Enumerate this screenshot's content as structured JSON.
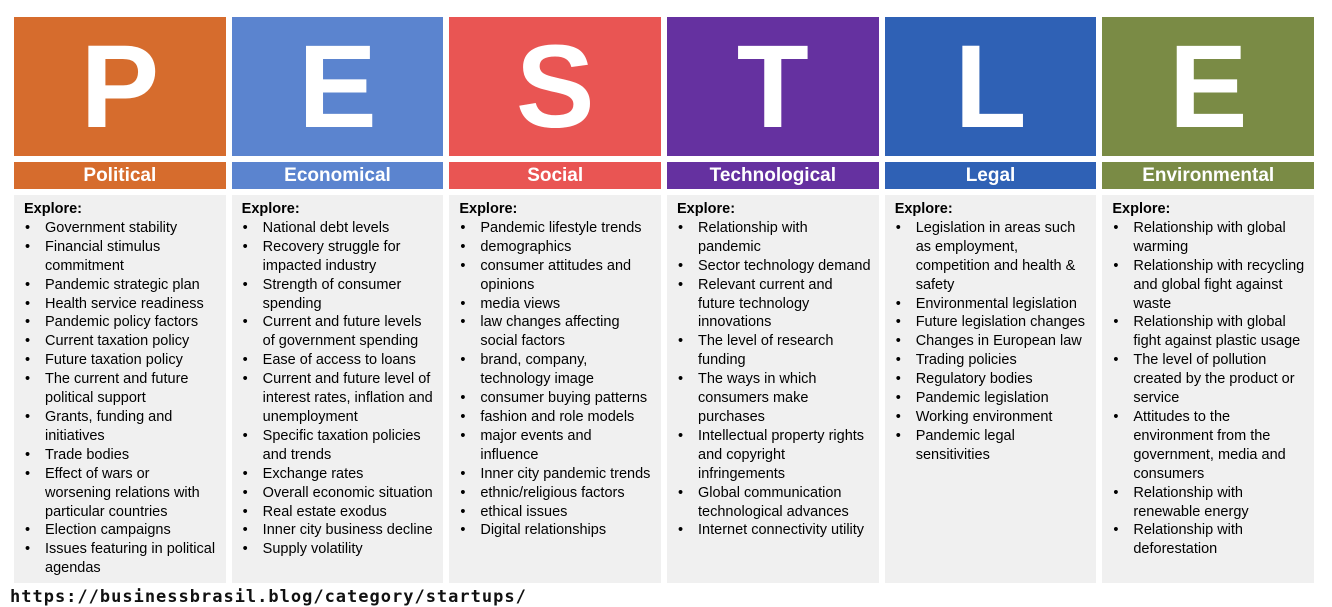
{
  "columns": [
    {
      "letter": "P",
      "title": "Political",
      "color": "#d66c2d",
      "explore": "Explore:",
      "items": [
        "Government stability",
        "Financial stimulus commitment",
        "Pandemic strategic plan",
        "Health service readiness",
        "Pandemic policy factors",
        "Current taxation policy",
        "Future taxation policy",
        "The current and future political support",
        "Grants, funding and initiatives",
        "Trade bodies",
        "Effect of wars or worsening relations with particular countries",
        "Election campaigns",
        "Issues featuring in political agendas"
      ]
    },
    {
      "letter": "E",
      "title": "Economical",
      "color": "#5b84cf",
      "explore": "Explore:",
      "items": [
        "National debt levels",
        "Recovery struggle for impacted industry",
        "Strength of consumer spending",
        "Current and future levels of government spending",
        "Ease of access to loans",
        "Current and future level of interest rates, inflation and unemployment",
        "Specific taxation policies and trends",
        "Exchange rates",
        "Overall economic situation",
        "Real estate exodus",
        "Inner city business decline",
        "Supply volatility"
      ]
    },
    {
      "letter": "S",
      "title": "Social",
      "color": "#e95553",
      "explore": "Explore:",
      "items": [
        "Pandemic lifestyle trends",
        "demographics",
        "consumer attitudes and opinions",
        "media views",
        "law changes affecting social factors",
        "brand, company, technology image",
        "consumer buying patterns",
        "fashion and role models",
        "major events and influence",
        "Inner city pandemic trends",
        "ethnic/religious factors",
        "ethical issues",
        "Digital relationships"
      ]
    },
    {
      "letter": "T",
      "title": "Technological",
      "color": "#6531a0",
      "explore": "Explore:",
      "items": [
        "Relationship with pandemic",
        "Sector technology demand",
        "Relevant current and future technology innovations",
        "The level of research funding",
        "The ways in which consumers make purchases",
        "Intellectual property rights and copyright infringements",
        "Global communication technological advances",
        "Internet connectivity utility"
      ]
    },
    {
      "letter": "L",
      "title": "Legal",
      "color": "#2f61b5",
      "explore": "Explore:",
      "items": [
        "Legislation in areas such as employment, competition and health & safety",
        "Environmental legislation",
        "Future legislation changes",
        "Changes in European law",
        "Trading policies",
        "Regulatory bodies",
        "Pandemic legislation",
        "Working environment",
        "Pandemic legal sensitivities"
      ]
    },
    {
      "letter": "E",
      "title": "Environmental",
      "color": "#7a8b45",
      "explore": "Explore:",
      "items": [
        "Relationship with global warming",
        "Relationship with recycling and global fight against waste",
        "Relationship with global fight against plastic usage",
        "The level of pollution created by the product or service",
        "Attitudes to the environment from the government, media and consumers",
        "Relationship with renewable energy",
        "Relationship with deforestation"
      ]
    }
  ],
  "footer_url": "https://businessbrasil.blog/category/startups/"
}
